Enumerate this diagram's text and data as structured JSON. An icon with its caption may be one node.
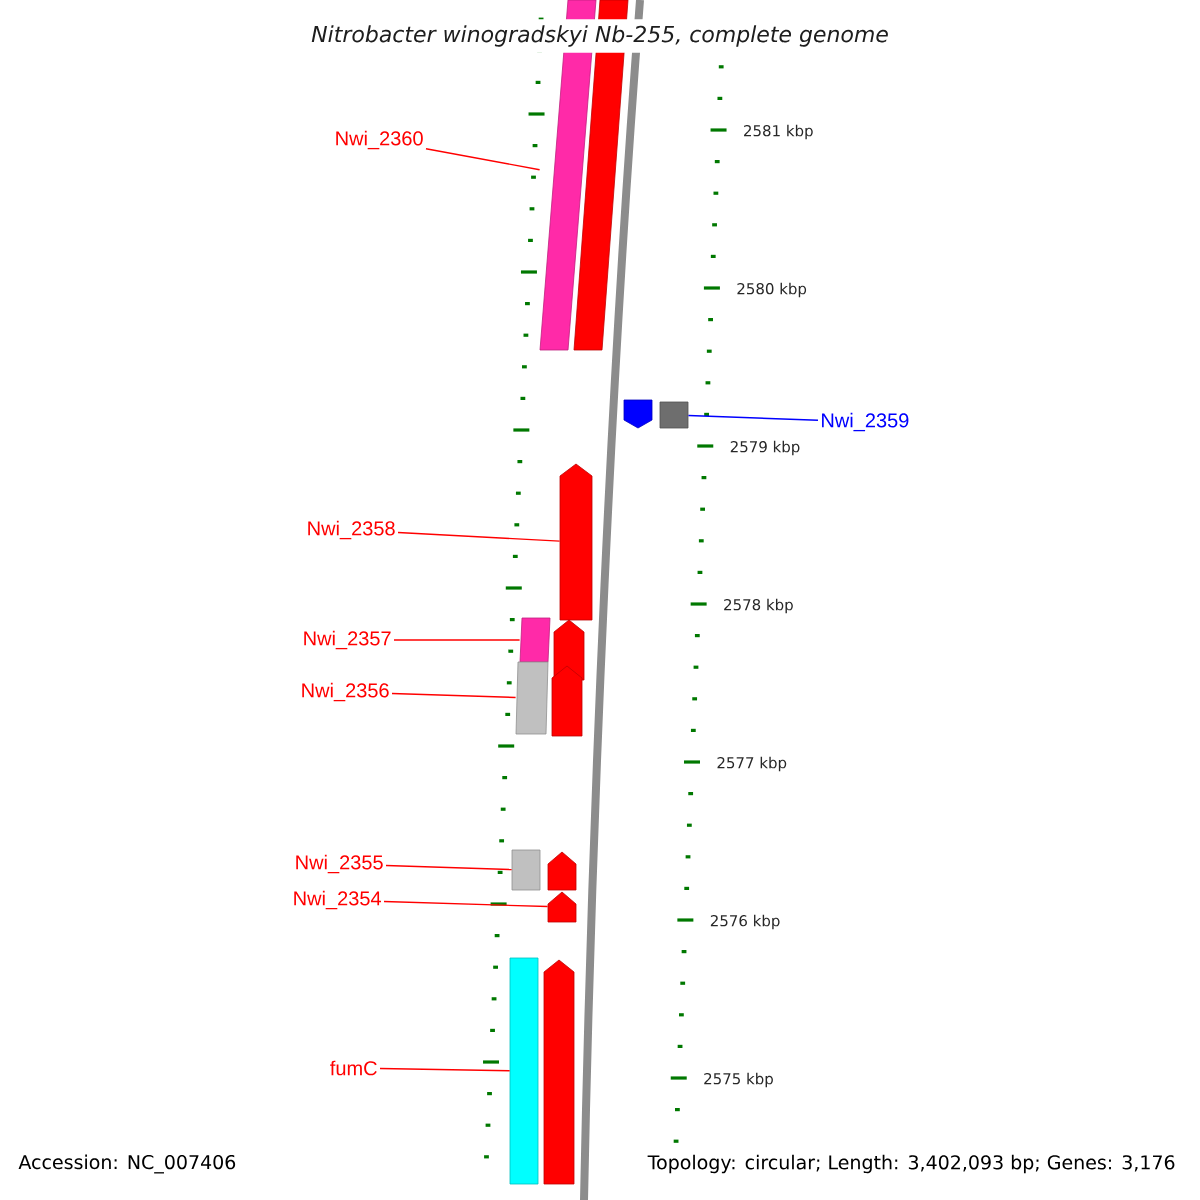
{
  "diagram": {
    "title": "Nitrobacter winogradskyi Nb-255, complete genome",
    "nodes": [
      {
        "text": [
          "Nwi_2360"
        ]
      },
      {
        "text": [],
        "shape": "bar"
      },
      {
        "text": [
          "Nwi_2359"
        ]
      },
      {
        "text": [],
        "shape": "box"
      },
      {
        "text": [
          "Nwi_2358"
        ]
      },
      {
        "text": [],
        "shape": "pentagon"
      },
      {
        "text": [
          "Nwi_2357"
        ]
      },
      {
        "text": [],
        "shape": "bar"
      },
      {
        "text": [
          "Nwi_2356"
        ]
      },
      {
        "text": [],
        "shape": "bar"
      },
      {
        "text": [
          "Nwi_2355"
        ]
      },
      {
        "text": [],
        "shape": "bar"
      },
      {
        "text": [
          "Nwi_2354"
        ]
      },
      {
        "text": [],
        "shape": "pentagon"
      },
      {
        "text": [
          "fumC"
        ]
      },
      {
        "text": [],
        "shape": "bar"
      },
      {
        "text": [],
        "shape": "bar"
      },
      {
        "text": [],
        "shape": "pentagon"
      },
      {
        "text": [],
        "shape": "pentagon"
      },
      {
        "text": [],
        "shape": "pentagon"
      },
      {
        "text": [],
        "shape": "pentagon"
      },
      {
        "text": [],
        "shape": "pentagon"
      }
    ],
    "edges": [
      {
        "from": 0,
        "to": 1,
        "arrow": "none"
      },
      {
        "from": 2,
        "to": 3,
        "arrow": "none",
        "color": "#0000ff"
      },
      {
        "from": 4,
        "to": 5,
        "arrow": "none"
      },
      {
        "from": 6,
        "to": 7,
        "arrow": "none"
      },
      {
        "from": 8,
        "to": 9,
        "arrow": "none"
      },
      {
        "from": 10,
        "to": 11,
        "arrow": "none"
      },
      {
        "from": 12,
        "to": 13,
        "arrow": "none"
      },
      {
        "from": 14,
        "to": 15,
        "arrow": "none"
      }
    ],
    "labels": [
      "2581 kbp",
      "2580 kbp",
      "2579 kbp",
      "2578 kbp",
      "2577 kbp",
      "2576 kbp",
      "2575 kbp",
      "Accession: NC_007406",
      "Topology: circular; Length: 3,402,093 bp; Genes: 3,176"
    ]
  }
}
